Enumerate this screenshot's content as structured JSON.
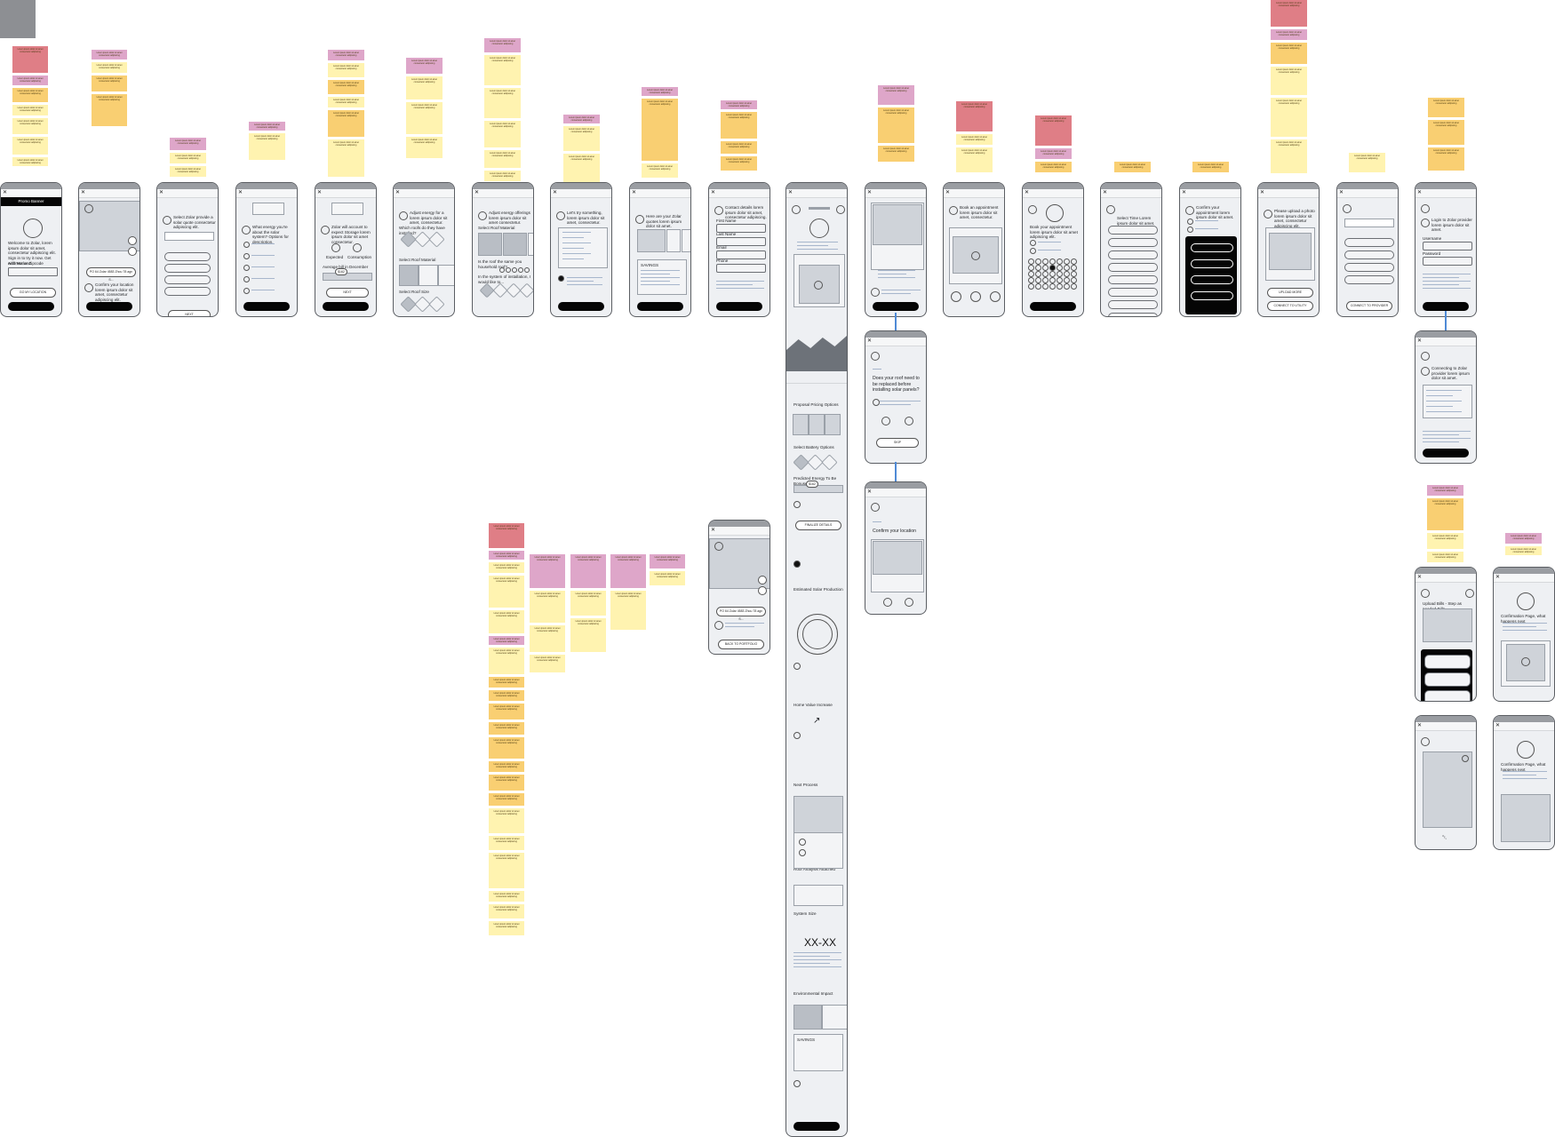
{
  "board": {
    "background": "#ffffff"
  },
  "colors": {
    "phone_fill": "#eef0f3",
    "phone_border": "#5b5e63",
    "note_red": "#df7e86",
    "note_pink": "#dea6c9",
    "note_orange": "#f9cf72",
    "note_yellow": "#fff3b0",
    "connector": "#4f8ad6",
    "cta": "#050505"
  },
  "screens": {
    "s1": {
      "header": "Promo Banner",
      "body": "Welcome to Zolar, lorem ipsum dolor sit amet, consectetur adipiscing elit. Sign in to try it now. Get with Norland.",
      "field_label": "Address or Zipcode",
      "button": "GO MY LOCATION"
    },
    "s2": {
      "input": "PO 64 Zolar 4583 Zhou 78 agn S...",
      "note": "Confirm your location lorem ipsum dolor sit amet, consectetur adipiscing elit."
    },
    "s3": {
      "prompt": "Select Zolar provide a solar quote consectetur adipiscing elit.",
      "button": "NEXT"
    },
    "s4": {
      "prompt": "What energy you're about the solar system? Options for description."
    },
    "s5": {
      "prompt": "Zolar will account to expect Storage lorem ipsum dolor sit amet consectetur.",
      "label_a": "Expected",
      "label_b": "Consumption",
      "slider_label": "Average bill in December",
      "slider_value": "$162",
      "button": "NEXT"
    },
    "s6": {
      "prompt": "Adjust energy for a lorem ipsum dolor sit amet, consectetur.",
      "q1": "Which roofs do they have installed?",
      "q2": "Select Roof Material",
      "q3": "Select Roof Size"
    },
    "s7": {
      "prompt": "Adjust energy offerings lorem ipsum dolor sit amet consectetur.",
      "q1": "Select Roof Material",
      "q2": "Is the roof the same you household roof?",
      "q3": "In the system of installation, I would like to..."
    },
    "s8": {
      "prompt": "Let's try something, lorem ipsum dolor sit amet, consectetur."
    },
    "s9": {
      "prompt": "Here are your Zolar quotes lorem ipsum dolor sit amet.",
      "note": "SAVINGS"
    },
    "s10": {
      "prompt": "Contact details lorem ipsum dolor sit amet, consectetur adipiscing.",
      "fields": [
        "First Name",
        "Last Name",
        "Email",
        "Phone"
      ]
    },
    "s12": {
      "question": "Does your roof need to be replaced before installing solar panels?",
      "button": "SKIP"
    },
    "s13": {
      "title": "Confirm your location"
    },
    "s14": {
      "prompt": "Book an appointment lorem ipsum dolor sit amet, consectetur."
    },
    "s15": {
      "prompt": "Book your appointment lorem ipsum dolor sit amet adipiscing elit."
    },
    "s16": {
      "prompt": "Select Time Lorem ipsum dolor sit amet."
    },
    "s17": {
      "prompt": "Confirm your appointment lorem ipsum dolor sit amet."
    },
    "s18": {
      "prompt": "Please upload a photo lorem ipsum dolor sit amet, consectetur adipiscing elit.",
      "btn1": "UPLOAD MORE",
      "btn2": "CONNECT TO UTILITY"
    },
    "s19": {
      "button": "CONNECT TO PROVIDER"
    },
    "s20": {
      "prompt": "Login to Zolar provider lorem ipsum dolor sit amet.",
      "fields": [
        "Username",
        "Password"
      ]
    },
    "s21": {
      "prompt": "Connecting to Zolar provider lorem ipsum dolor sit amet."
    },
    "s22": {
      "input": "PO 64 Zolar 4583 Zhou 78 agn S...",
      "button": "BACK TO PORTFOLIO"
    },
    "s23": {
      "prompt": "Upload Bills - Step as needed Bills"
    },
    "s24": {
      "title": "Confirmation Page, what happens next"
    },
    "s26": {
      "title": "Confirmation Page, what happens next"
    },
    "long": {
      "sections": [
        "Proposal Pricing Options",
        "Select Battery Options",
        "Predicted Energy To Be Bonused",
        "Estimated Solar Production",
        "Home Value Increase",
        "Next Process",
        "Roof Analysis Attached",
        "System Size",
        "Environmental Impact"
      ],
      "slider_value": "$162",
      "button": "FINALIZE DETAILS",
      "system_size": "XX-XX",
      "panel_label": "SAVINGS"
    }
  },
  "notes_text": "Lorem ipsum dolor sit amet consectetur adipiscing"
}
